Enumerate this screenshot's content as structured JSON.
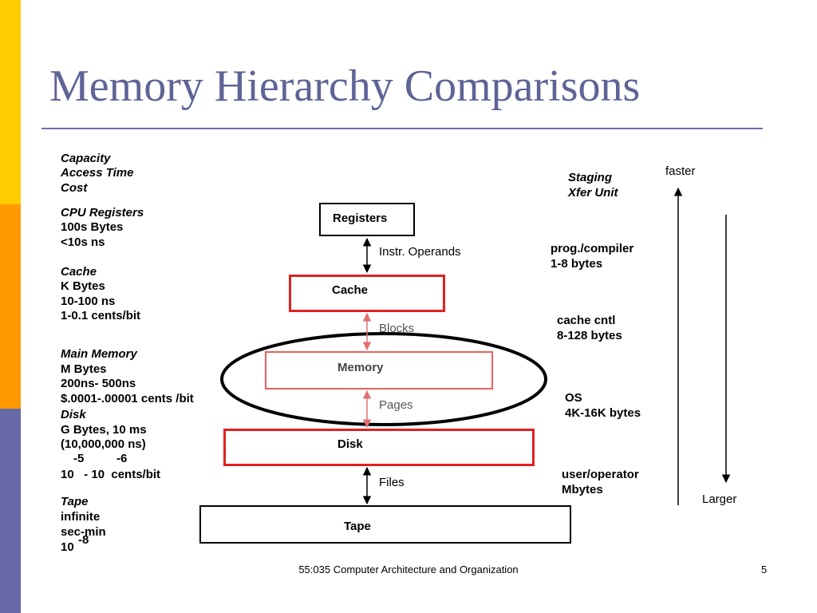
{
  "colors": {
    "band_yellow": "#ffcc00",
    "band_orange": "#ff9900",
    "band_purple": "#6668a8",
    "title": "#5e6496",
    "red_box": "#e02020",
    "pink_box": "#e86060"
  },
  "title": "Memory Hierarchy Comparisons",
  "left_column": {
    "header": [
      "Capacity",
      "Access Time",
      "Cost"
    ],
    "registers": {
      "name": "CPU Registers",
      "lines": [
        "100s Bytes",
        "<10s ns"
      ]
    },
    "cache": {
      "name": "Cache",
      "lines": [
        "K Bytes",
        "10-100 ns",
        "1-0.1 cents/bit"
      ]
    },
    "main_memory": {
      "name": "Main Memory",
      "lines": [
        "M Bytes",
        "200ns- 500ns",
        "$.0001-.00001 cents /bit"
      ]
    },
    "disk": {
      "name": "Disk",
      "lines": [
        "G Bytes, 10 ms",
        "(10,000,000 ns)"
      ],
      "cost_base": "10   - 10  cents/bit",
      "exp1": "-5",
      "exp2": "-6"
    },
    "tape": {
      "name": "Tape",
      "lines": [
        "infinite",
        "sec-min"
      ],
      "cost_base": "10",
      "exp": "-8"
    }
  },
  "levels": {
    "registers": "Registers",
    "cache": "Cache",
    "memory": "Memory",
    "disk": "Disk",
    "tape": "Tape"
  },
  "transfers": {
    "operands": "Instr. Operands",
    "blocks": "Blocks",
    "pages": "Pages",
    "files": "Files"
  },
  "staging": {
    "header": [
      "Staging",
      "Xfer Unit"
    ],
    "prog": [
      "prog./compiler",
      "1-8 bytes"
    ],
    "cache_cntl": [
      "cache cntl",
      "8-128 bytes"
    ],
    "os": [
      "OS",
      "4K-16K bytes"
    ],
    "user": [
      "user/operator",
      "Mbytes"
    ]
  },
  "axis": {
    "faster": "faster",
    "larger": "Larger"
  },
  "footer": {
    "course": "55:035 Computer Architecture and Organization",
    "page": "5"
  }
}
